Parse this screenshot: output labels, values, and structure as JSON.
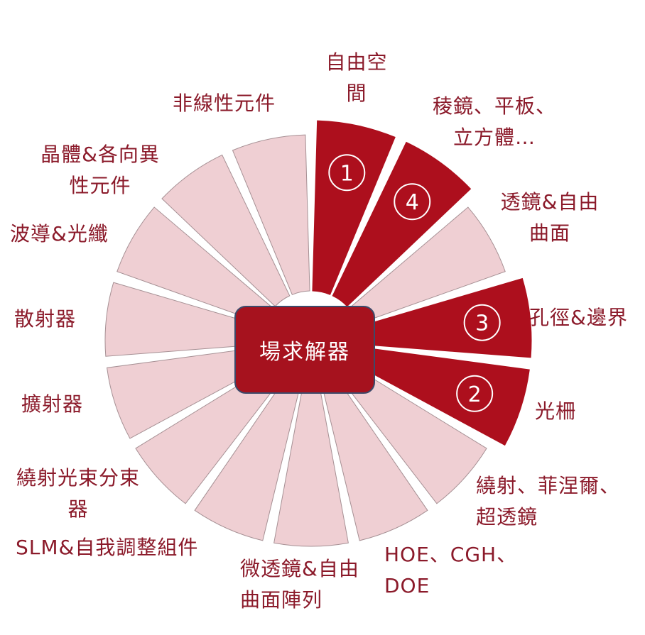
{
  "center": {
    "label": "場求解器"
  },
  "colors": {
    "highlight": "#ad0f1d",
    "normal_fill": "#efcfd3",
    "normal_stroke": "#a69094",
    "label_text": "#8b1a2a",
    "hub_fill": "#a6121e",
    "hub_border": "#3c4a6a"
  },
  "segments": [
    {
      "id": "free-space",
      "lines": [
        "自由空",
        "間"
      ],
      "highlighted": true,
      "number": "1"
    },
    {
      "id": "prism",
      "lines": [
        "稜鏡、平板、",
        "立方體…"
      ],
      "highlighted": true,
      "number": "4"
    },
    {
      "id": "lens-freeform",
      "lines": [
        "透鏡&自由",
        "曲面"
      ],
      "highlighted": false
    },
    {
      "id": "aperture",
      "lines": [
        "孔徑&邊界"
      ],
      "highlighted": true,
      "number": "3"
    },
    {
      "id": "grating",
      "lines": [
        "光柵"
      ],
      "highlighted": true,
      "number": "2"
    },
    {
      "id": "diffraction",
      "lines": [
        "繞射、菲涅爾、",
        "超透鏡"
      ],
      "highlighted": false
    },
    {
      "id": "hoe",
      "lines": [
        "HOE、CGH、",
        "DOE"
      ],
      "highlighted": false
    },
    {
      "id": "microlens",
      "lines": [
        "微透鏡&自由",
        "曲面陣列"
      ],
      "highlighted": false
    },
    {
      "id": "slm",
      "lines": [
        "SLM&自我調整組件"
      ],
      "highlighted": false
    },
    {
      "id": "beam-splitter",
      "lines": [
        "繞射光束分束",
        "器"
      ],
      "highlighted": false
    },
    {
      "id": "diffuser",
      "lines": [
        "擴射器"
      ],
      "highlighted": false
    },
    {
      "id": "scatterer",
      "lines": [
        "散射器"
      ],
      "highlighted": false
    },
    {
      "id": "waveguide",
      "lines": [
        "波導&光纖"
      ],
      "highlighted": false
    },
    {
      "id": "crystal",
      "lines": [
        "晶體&各向異",
        "性元件"
      ],
      "highlighted": false
    },
    {
      "id": "nonlinear",
      "lines": [
        "非線性元件"
      ],
      "highlighted": false
    }
  ]
}
